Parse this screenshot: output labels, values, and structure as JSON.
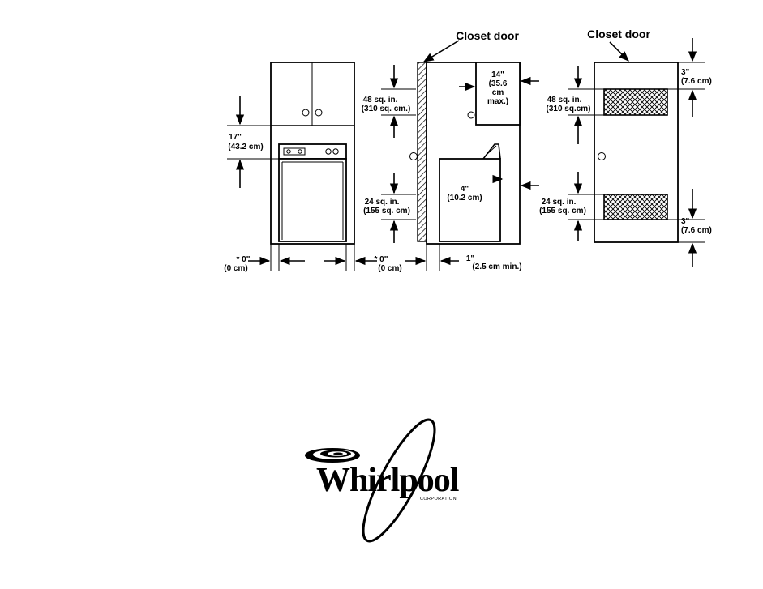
{
  "diagram": {
    "closet_door_label_1": "Closet door",
    "closet_door_label_2": "Closet door",
    "cabinet_clearance": [
      "17\"",
      "(43.2 cm)"
    ],
    "side_left": [
      "* 0\"",
      "(0 cm)"
    ],
    "side_right": [
      "* 0\"",
      "(0 cm)"
    ],
    "rear_gap": [
      "1\"",
      "(2.5 cm min.)"
    ],
    "upper_vent": [
      "48 sq. in.",
      "(310 sq. cm.)"
    ],
    "lower_vent": [
      "24 sq. in.",
      "(155 sq. cm)"
    ],
    "shelf_depth": [
      "14\"",
      "(35.6",
      "cm",
      "max.)"
    ],
    "washer_gap": [
      "4\"",
      "(10.2 cm)"
    ],
    "door_upper_vent": [
      "48 sq. in.",
      "(310 sq.cm)"
    ],
    "door_lower_vent": [
      "24 sq. in.",
      "(155 sq. cm)"
    ],
    "door_top_margin": [
      "3\"",
      "(7.6 cm)"
    ],
    "door_bottom_margin": [
      "3\"",
      "(7.6 cm)"
    ]
  },
  "logo": {
    "brand": "Whirlpool",
    "subtitle": "CORPORATION"
  }
}
